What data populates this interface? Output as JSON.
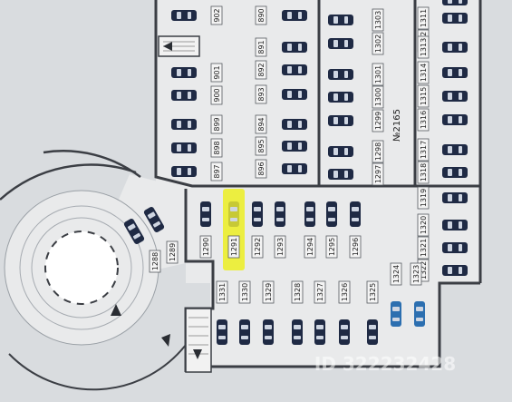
{
  "colors": {
    "background": "#d9dcdf",
    "floor": "#e9eaeb",
    "wall": "#3b3e44",
    "car_dark": "#1f2a44",
    "car_blue": "#2c6fb0",
    "car_window": "#cfd6e2",
    "highlight": "#ecee2e",
    "label_border": "#555a60",
    "watermark": "#ffffff"
  },
  "map": {
    "section_label": "№2165",
    "watermark_text": "ID 322232428",
    "highlighted_spot": "1291"
  },
  "spots": [
    {
      "id": "902",
      "label": "902",
      "car": "dark"
    },
    {
      "id": "901",
      "label": "901",
      "car": "dark"
    },
    {
      "id": "900",
      "label": "900",
      "car": "dark"
    },
    {
      "id": "899",
      "label": "899",
      "car": "dark"
    },
    {
      "id": "898",
      "label": "898",
      "car": "dark"
    },
    {
      "id": "897",
      "label": "897",
      "car": "dark"
    },
    {
      "id": "890",
      "label": "890",
      "car": "dark"
    },
    {
      "id": "891",
      "label": "891",
      "car": "dark"
    },
    {
      "id": "892",
      "label": "892",
      "car": "dark"
    },
    {
      "id": "893",
      "label": "893",
      "car": "dark"
    },
    {
      "id": "894",
      "label": "894",
      "car": "dark"
    },
    {
      "id": "895",
      "label": "895",
      "car": "dark"
    },
    {
      "id": "896",
      "label": "896",
      "car": "dark"
    },
    {
      "id": "1303",
      "label": "1303",
      "car": "dark"
    },
    {
      "id": "1302",
      "label": "1302",
      "car": "dark"
    },
    {
      "id": "1301",
      "label": "1301",
      "car": "dark"
    },
    {
      "id": "1300",
      "label": "1300",
      "car": "dark"
    },
    {
      "id": "1299",
      "label": "1299",
      "car": "dark"
    },
    {
      "id": "1298",
      "label": "1298",
      "car": "dark"
    },
    {
      "id": "1297",
      "label": "1297",
      "car": "dark"
    },
    {
      "id": "1311",
      "label": "1311",
      "car": "dark"
    },
    {
      "id": "1312",
      "label": "1312",
      "car": "dark"
    },
    {
      "id": "1313",
      "label": "1313",
      "car": "dark"
    },
    {
      "id": "1314",
      "label": "1314",
      "car": "dark"
    },
    {
      "id": "1315",
      "label": "1315",
      "car": "dark"
    },
    {
      "id": "1316",
      "label": "1316",
      "car": "dark"
    },
    {
      "id": "1317",
      "label": "1317",
      "car": "dark"
    },
    {
      "id": "1318",
      "label": "1318",
      "car": "dark"
    },
    {
      "id": "1319",
      "label": "1319",
      "car": "dark"
    },
    {
      "id": "1320",
      "label": "1320",
      "car": "dark"
    },
    {
      "id": "1321",
      "label": "1321",
      "car": "dark"
    },
    {
      "id": "1322",
      "label": "1322",
      "car": "dark"
    },
    {
      "id": "1290",
      "label": "1290",
      "car": "dark"
    },
    {
      "id": "1291",
      "label": "1291",
      "car": "highlight"
    },
    {
      "id": "1292",
      "label": "1292",
      "car": "dark"
    },
    {
      "id": "1293",
      "label": "1293",
      "car": "dark"
    },
    {
      "id": "1294",
      "label": "1294",
      "car": "dark"
    },
    {
      "id": "1295",
      "label": "1295",
      "car": "dark"
    },
    {
      "id": "1296",
      "label": "1296",
      "car": "dark"
    },
    {
      "id": "1288",
      "label": "1288",
      "car": "dark"
    },
    {
      "id": "1289",
      "label": "1289",
      "car": "dark"
    },
    {
      "id": "1331",
      "label": "1331",
      "car": "dark"
    },
    {
      "id": "1330",
      "label": "1330",
      "car": "dark"
    },
    {
      "id": "1329",
      "label": "1329",
      "car": "dark"
    },
    {
      "id": "1328",
      "label": "1328",
      "car": "dark"
    },
    {
      "id": "1327",
      "label": "1327",
      "car": "dark"
    },
    {
      "id": "1326",
      "label": "1326",
      "car": "dark"
    },
    {
      "id": "1325",
      "label": "1325",
      "car": "dark"
    },
    {
      "id": "1324",
      "label": "1324",
      "car": "blue"
    },
    {
      "id": "1323",
      "label": "1323",
      "car": "blue"
    }
  ]
}
